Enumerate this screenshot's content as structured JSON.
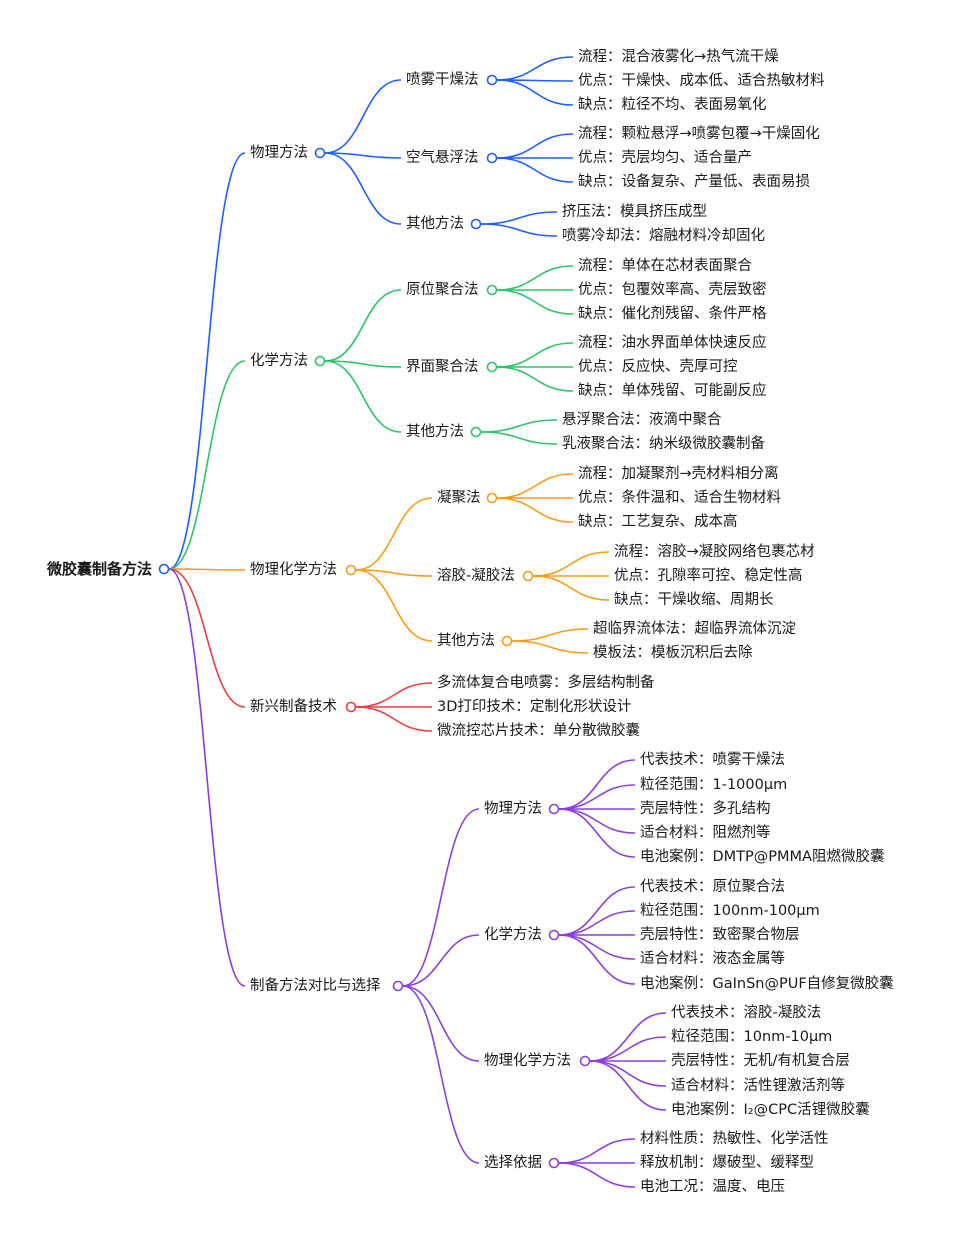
{
  "root": {
    "label": "微胶囊制备方法",
    "color": "#1f5eff",
    "children": [
      {
        "label": "物理方法",
        "color": "#1f5eff",
        "children": [
          {
            "label": "喷雾干燥法",
            "children": [
              {
                "label": "流程：混合液雾化→热气流干燥"
              },
              {
                "label": "优点：干燥快、成本低、适合热敏材料"
              },
              {
                "label": "缺点：粒径不均、表面易氧化"
              }
            ]
          },
          {
            "label": "空气悬浮法",
            "children": [
              {
                "label": "流程：颗粒悬浮→喷雾包覆→干燥固化"
              },
              {
                "label": "优点：壳层均匀、适合量产"
              },
              {
                "label": "缺点：设备复杂、产量低、表面易损"
              }
            ]
          },
          {
            "label": "其他方法",
            "children": [
              {
                "label": "挤压法：模具挤压成型"
              },
              {
                "label": "喷雾冷却法：熔融材料冷却固化"
              }
            ]
          }
        ]
      },
      {
        "label": "化学方法",
        "color": "#2cc56a",
        "children": [
          {
            "label": "原位聚合法",
            "children": [
              {
                "label": "流程：单体在芯材表面聚合"
              },
              {
                "label": "优点：包覆效率高、壳层致密"
              },
              {
                "label": "缺点：催化剂残留、条件严格"
              }
            ]
          },
          {
            "label": "界面聚合法",
            "children": [
              {
                "label": "流程：油水界面单体快速反应"
              },
              {
                "label": "优点：反应快、壳厚可控"
              },
              {
                "label": "缺点：单体残留、可能副反应"
              }
            ]
          },
          {
            "label": "其他方法",
            "children": [
              {
                "label": "悬浮聚合法：液滴中聚合"
              },
              {
                "label": "乳液聚合法：纳米级微胶囊制备"
              }
            ]
          }
        ]
      },
      {
        "label": "物理化学方法",
        "color": "#ff9a14",
        "children": [
          {
            "label": "凝聚法",
            "children": [
              {
                "label": "流程：加凝聚剂→壳材料相分离"
              },
              {
                "label": "优点：条件温和、适合生物材料"
              },
              {
                "label": "缺点：工艺复杂、成本高"
              }
            ]
          },
          {
            "label": "溶胶-凝胶法",
            "children": [
              {
                "label": "流程：溶胶→凝胶网络包裹芯材"
              },
              {
                "label": "优点：孔隙率可控、稳定性高"
              },
              {
                "label": "缺点：干燥收缩、周期长"
              }
            ]
          },
          {
            "label": "其他方法",
            "children": [
              {
                "label": "超临界流体法：超临界流体沉淀"
              },
              {
                "label": "模板法：模板沉积后去除"
              }
            ]
          }
        ]
      },
      {
        "label": "新兴制备技术",
        "color": "#f23d3d",
        "children": [
          {
            "label": "多流体复合电喷雾：多层结构制备"
          },
          {
            "label": "3D打印技术：定制化形状设计"
          },
          {
            "label": "微流控芯片技术：单分散微胶囊"
          }
        ]
      },
      {
        "label": "制备方法对比与选择",
        "color": "#8a3fe0",
        "children": [
          {
            "label": "物理方法",
            "children": [
              {
                "label": "代表技术：喷雾干燥法"
              },
              {
                "label": "粒径范围：1-1000μm"
              },
              {
                "label": "壳层特性：多孔结构"
              },
              {
                "label": "适合材料：阻燃剂等"
              },
              {
                "label": "电池案例：DMTP@PMMA阻燃微胶囊"
              }
            ]
          },
          {
            "label": "化学方法",
            "children": [
              {
                "label": "代表技术：原位聚合法"
              },
              {
                "label": "粒径范围：100nm-100μm"
              },
              {
                "label": "壳层特性：致密聚合物层"
              },
              {
                "label": "适合材料：液态金属等"
              },
              {
                "label": "电池案例：GaInSn@PUF自修复微胶囊"
              }
            ]
          },
          {
            "label": "物理化学方法",
            "children": [
              {
                "label": "代表技术：溶胶-凝胶法"
              },
              {
                "label": "粒径范围：10nm-10μm"
              },
              {
                "label": "壳层特性：无机/有机复合层"
              },
              {
                "label": "适合材料：活性锂激活剂等"
              },
              {
                "label": "电池案例：I₂@CPC活锂微胶囊"
              }
            ]
          },
          {
            "label": "选择依据",
            "children": [
              {
                "label": "材料性质：热敏性、化学活性"
              },
              {
                "label": "释放机制：爆破型、缓释型"
              },
              {
                "label": "电池工况：温度、电压"
              }
            ]
          }
        ]
      }
    ]
  }
}
